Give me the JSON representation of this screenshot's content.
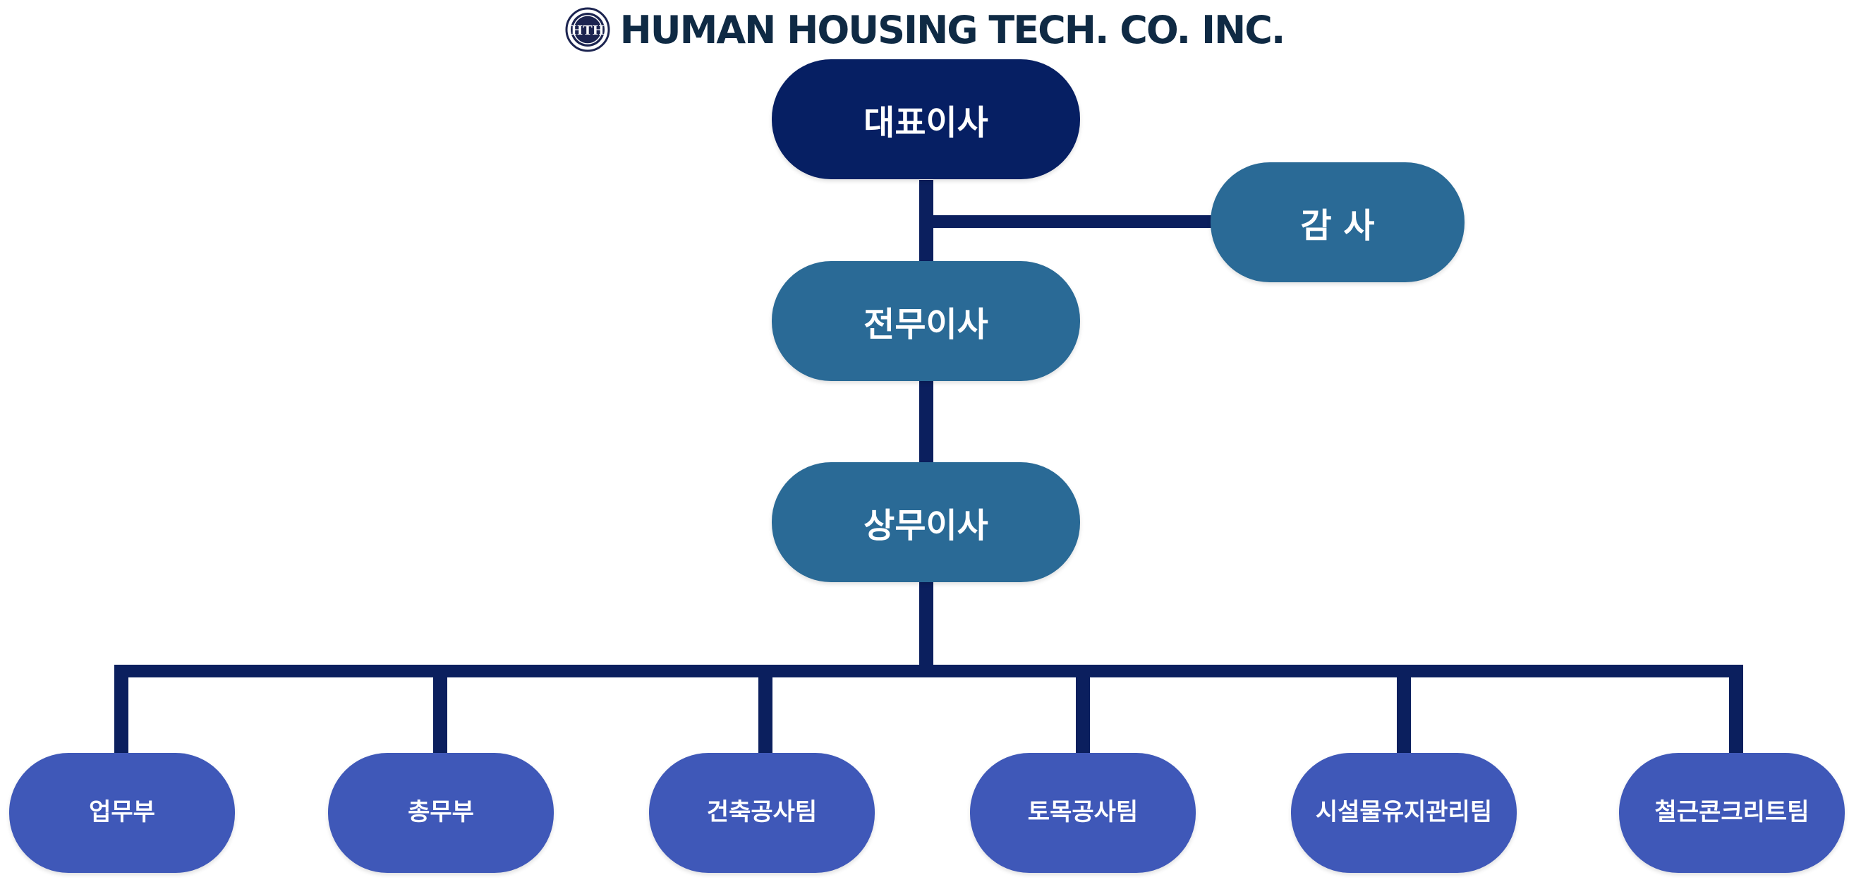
{
  "header": {
    "logo_text": "HTH",
    "company_name": "HUMAN HOUSING TECH. CO. INC."
  },
  "colors": {
    "ceo": "#061f63",
    "executive": "#2a6a96",
    "team": "#3f58b8",
    "connector": "#0b1f5e",
    "title_text": "#0f2a44"
  },
  "org": {
    "ceo": "대표이사",
    "auditor": "감 사",
    "executive_director": "전무이사",
    "managing_director": "상무이사",
    "teams": [
      {
        "line1": "업무부",
        "line2": ""
      },
      {
        "line1": "총무부",
        "line2": ""
      },
      {
        "line1": "건축공사팀",
        "line2": ""
      },
      {
        "line1": "토목공사팀",
        "line2": ""
      },
      {
        "line1": "시설물",
        "line2": "유지관리팀"
      },
      {
        "line1": "철근",
        "line2": "콘크리트팀"
      }
    ]
  }
}
